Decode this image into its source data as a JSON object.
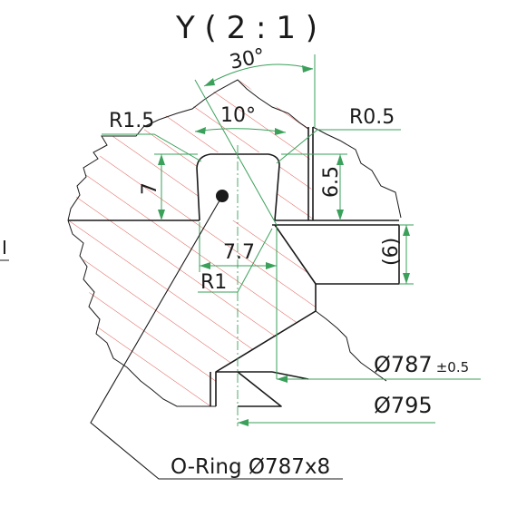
{
  "view_title": "Y ( 2 : 1 )",
  "colors": {
    "outline": "#1a1a1a",
    "dimension": "#3aa05a",
    "hatch": "#d9493f",
    "background": "#ffffff"
  },
  "dimensions": {
    "angle_outer": "30°",
    "angle_inner": "10°",
    "radius_left": "R1.5",
    "radius_right": "R0.5",
    "groove_depth": "7",
    "seal_height": "6.5",
    "groove_width": "7.7",
    "radius_bottom": "R1",
    "step": "(6)",
    "diameter_inner": "Ø787",
    "diameter_inner_tolerance": "±0.5",
    "diameter_outer": "Ø795"
  },
  "callout": {
    "label": "O-Ring Ø787x8"
  },
  "edge_mark": "I"
}
